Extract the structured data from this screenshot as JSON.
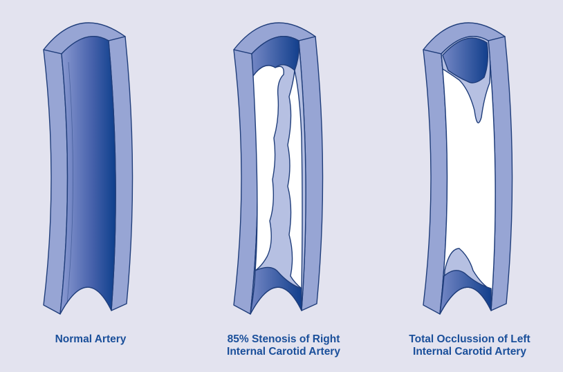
{
  "captions": {
    "normal": [
      "Normal Artery"
    ],
    "stenosis": [
      "85% Stenosis of Right",
      "Internal Carotid Artery"
    ],
    "occlusion": [
      "Total Occlussion of Left",
      "Internal Carotid Artery"
    ]
  },
  "colors": {
    "background": "#e3e3ef",
    "artery_wall": "#97a5d4",
    "wall_outline": "#1f3d7a",
    "lumen_dark": "#0d3f8c",
    "lumen_light": "#7a8dc9",
    "plaque": "#ffffff",
    "caption_text": "#1a4f9a"
  }
}
